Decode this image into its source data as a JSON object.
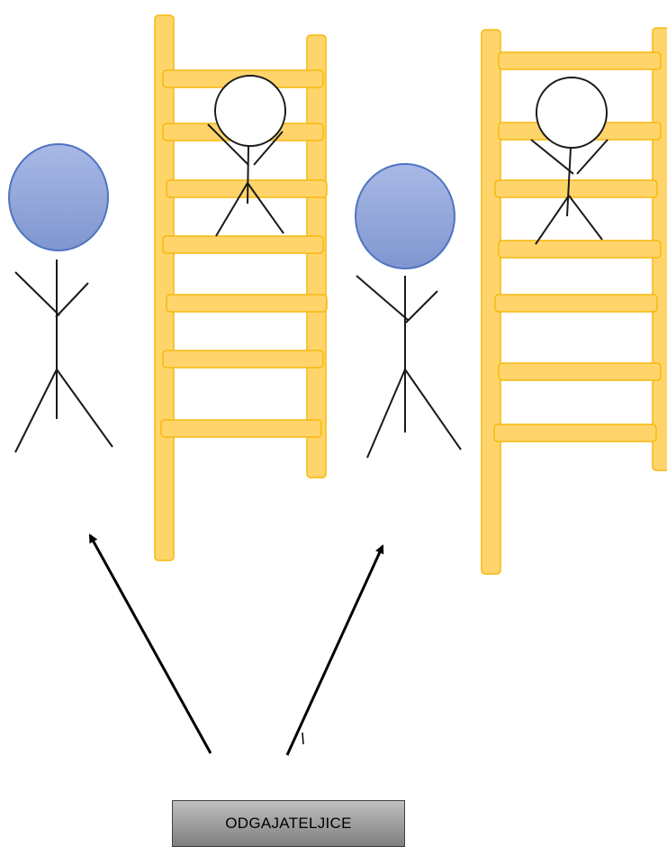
{
  "colors": {
    "ladder_fill": "#ffd56b",
    "ladder_stroke": "#f5b90f",
    "head_fill": "#8fa4d8",
    "head_stroke": "#4f74c2",
    "line": "#1a1a1a",
    "arrow": "#000000",
    "box_fill": "#a6a6a6"
  },
  "figures": [
    {
      "name": "adult-left",
      "head": "blue-filled"
    },
    {
      "name": "child-on-ladder-left",
      "head": "white"
    },
    {
      "name": "adult-right",
      "head": "blue-filled"
    },
    {
      "name": "child-on-ladder-right",
      "head": "white"
    }
  ],
  "ladders": [
    {
      "name": "ladder-left",
      "rungs": 7
    },
    {
      "name": "ladder-right",
      "rungs": 7
    }
  ],
  "arrows": [
    {
      "name": "arrow-to-left-adult",
      "direction": "up-left"
    },
    {
      "name": "arrow-to-right-adult",
      "direction": "up-right"
    }
  ],
  "label": {
    "text": "ODGAJATELJICE"
  }
}
